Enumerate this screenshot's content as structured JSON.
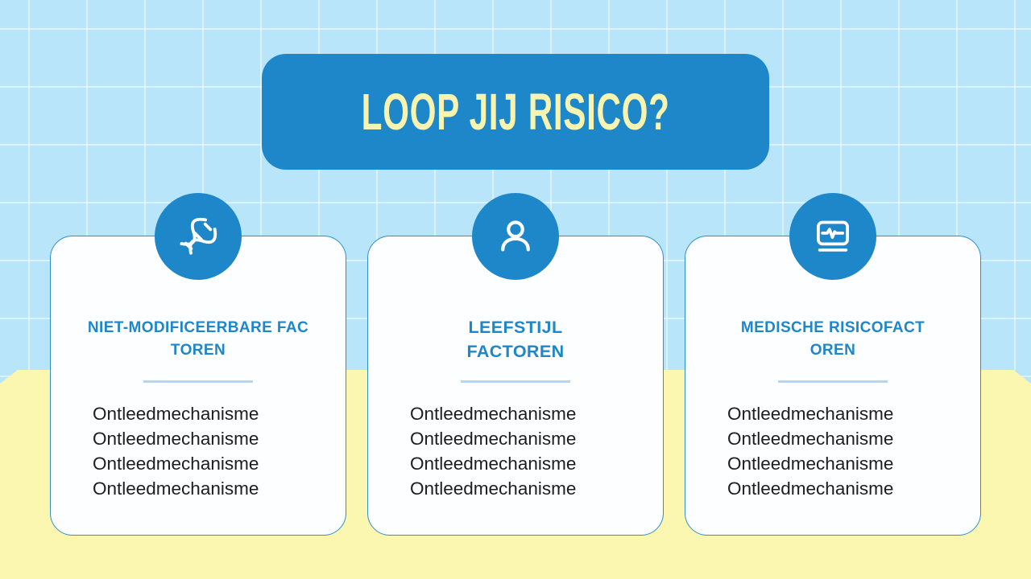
{
  "header": {
    "title": "LOOP JIJ RISICO?"
  },
  "colors": {
    "background_blue": "#b9e5fa",
    "grid_line": "#ceeefd",
    "accent_blue": "#1d87c9",
    "header_text_yellow": "#f8f3ae",
    "band_yellow": "#fbf7b0",
    "card_background": "#fdfeff",
    "card_border_blue": "#2f8fc9",
    "title_blue": "#1e86c9",
    "divider_blue": "#b6d5ef",
    "body_text": "#1d1d1d"
  },
  "cards": [
    {
      "icon": "dna-icon",
      "title_lines": [
        "NIET-MODIFICEERBARE FAC",
        "TOREN"
      ],
      "items": [
        "Ontleedmechanisme",
        "Ontleedmechanisme",
        "Ontleedmechanisme",
        "Ontleedmechanisme"
      ]
    },
    {
      "icon": "user-icon",
      "title_lines": [
        "LEEFSTIJL",
        "FACTOREN"
      ],
      "items": [
        "Ontleedmechanisme",
        "Ontleedmechanisme",
        "Ontleedmechanisme",
        "Ontleedmechanisme"
      ]
    },
    {
      "icon": "monitor-pulse-icon",
      "title_lines": [
        "MEDISCHE RISICOFACT",
        "OREN"
      ],
      "items": [
        "Ontleedmechanisme",
        "Ontleedmechanisme",
        "Ontleedmechanisme",
        "Ontleedmechanisme"
      ]
    }
  ]
}
